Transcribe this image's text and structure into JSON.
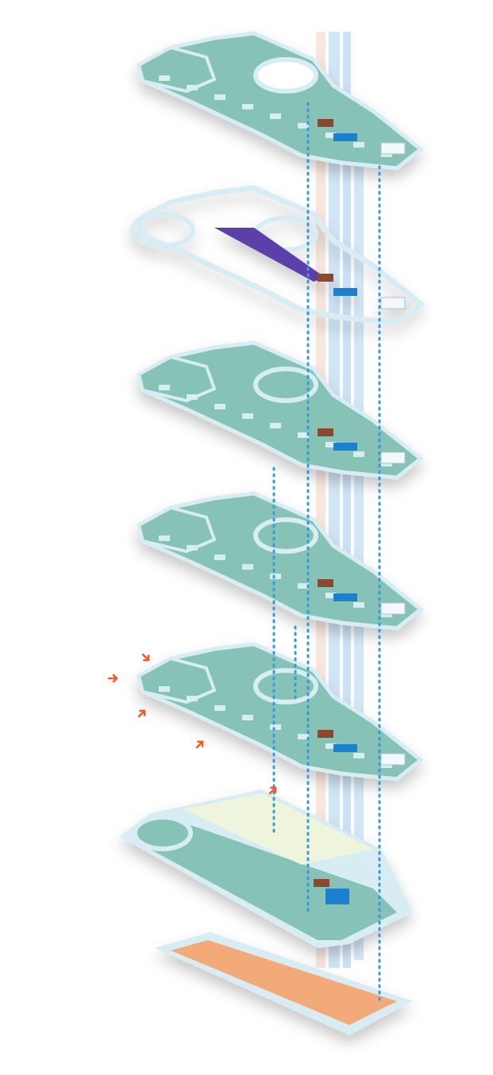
{
  "colors": {
    "floor": "#86c2b6",
    "wall": "#d7ecf3",
    "wall_shadow": "#a9c6cf",
    "core_blue": "#1e7fd0",
    "core_brown": "#8a4a2e",
    "shaft": "#a9cfee",
    "shaft_pink": "#f1c7b7",
    "dotted_line": "#3a9ad9",
    "arrow": "#f05a2a",
    "basement": "#f2aa78",
    "purple": "#5a3fa8",
    "ground_pale": "#eef5dc"
  },
  "floors": [
    {
      "level": "top",
      "style": "solid"
    },
    {
      "level": "mezzanine",
      "style": "outline"
    },
    {
      "level": "upper",
      "style": "solid"
    },
    {
      "level": "middle",
      "style": "solid"
    },
    {
      "level": "entrance",
      "style": "solid"
    },
    {
      "level": "ground",
      "style": "ground"
    },
    {
      "level": "basement",
      "style": "basement"
    }
  ]
}
